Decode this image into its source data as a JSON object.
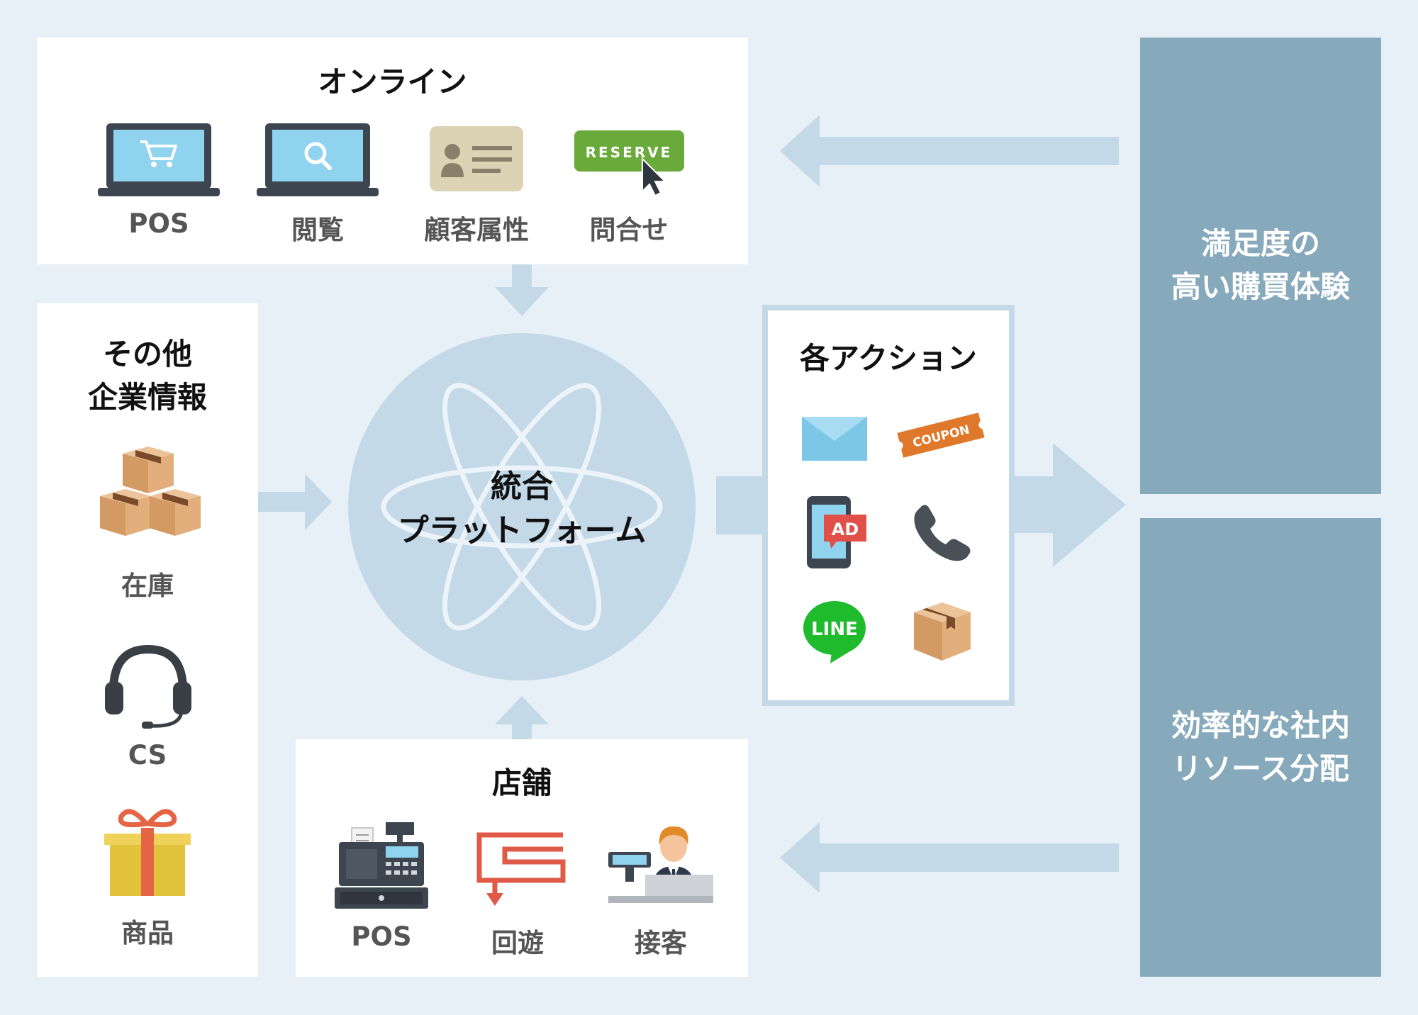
{
  "online": {
    "title": "オンライン",
    "items": [
      {
        "label": "POS",
        "icon": "laptop-cart-icon"
      },
      {
        "label": "閲覧",
        "icon": "laptop-search-icon"
      },
      {
        "label": "顧客属性",
        "icon": "id-card-icon"
      },
      {
        "label": "問合せ",
        "icon": "reserve-button-icon",
        "badge": "RESERVE"
      }
    ]
  },
  "other": {
    "title_line1": "その他",
    "title_line2": "企業情報",
    "items": [
      {
        "label": "在庫",
        "icon": "boxes-icon"
      },
      {
        "label": "CS",
        "icon": "headset-icon"
      },
      {
        "label": "商品",
        "icon": "gift-icon"
      }
    ]
  },
  "platform": {
    "line1": "統合",
    "line2": "プラットフォーム",
    "icon": "atom-icon"
  },
  "actions": {
    "title": "各アクション",
    "items": [
      {
        "icon": "mail-icon"
      },
      {
        "icon": "coupon-icon",
        "text": "COUPON"
      },
      {
        "icon": "phone-ad-icon",
        "text": "AD"
      },
      {
        "icon": "telephone-icon"
      },
      {
        "icon": "line-icon",
        "text": "LINE"
      },
      {
        "icon": "package-icon"
      }
    ]
  },
  "store": {
    "title": "店舗",
    "items": [
      {
        "label": "POS",
        "icon": "cash-register-icon"
      },
      {
        "label": "回遊",
        "icon": "route-icon"
      },
      {
        "label": "接客",
        "icon": "clerk-icon"
      }
    ]
  },
  "results": {
    "top": "満足度の\n高い購買体験",
    "bottom": "効率的な社内\nリソース分配"
  },
  "colors": {
    "background": "#e8f0f7",
    "arrow": "#c3d9e8",
    "panel": "#87a9bc",
    "laptop_screen": "#8fd3ee",
    "laptop_body": "#3d4650",
    "reserve_green": "#6aaa3a",
    "coupon_orange": "#e0782c",
    "route_red": "#e05a48",
    "line_green": "#1fbb2c",
    "box_tan": "#e2ae7c"
  }
}
